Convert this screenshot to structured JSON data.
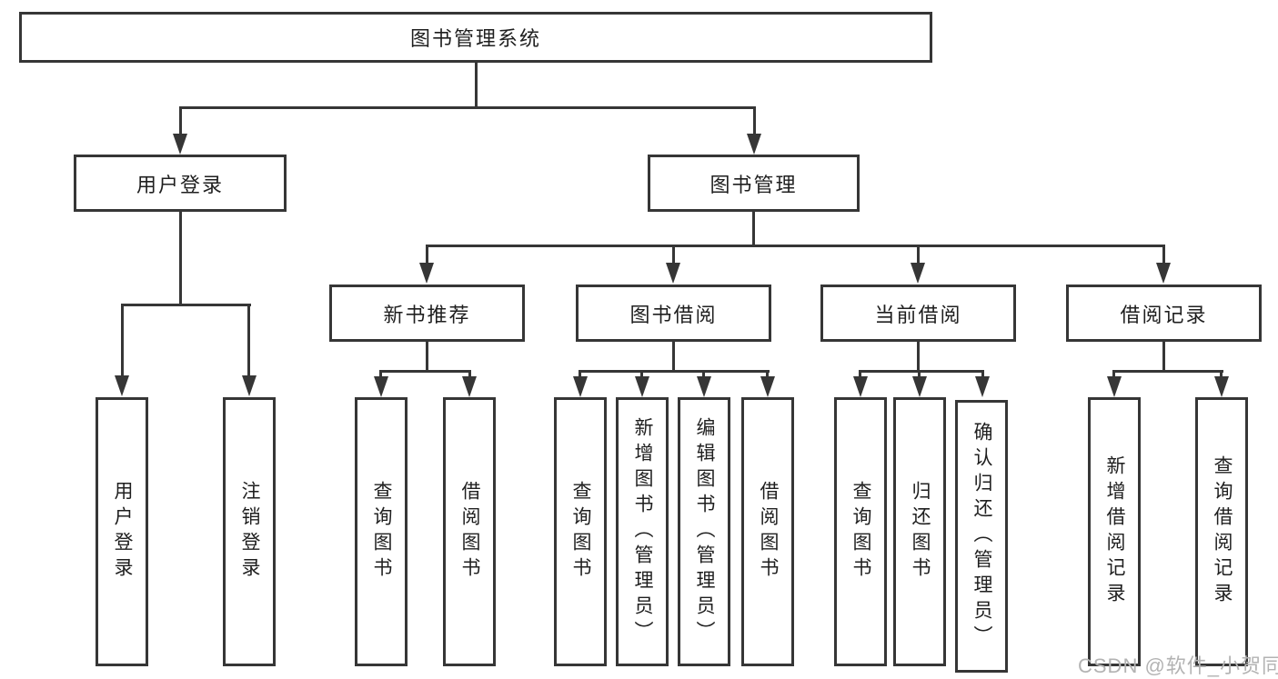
{
  "diagram": {
    "title": "图书管理系统",
    "colors": {
      "line": "#363636",
      "box_fill": "#ffffff",
      "text": "#1f1f1f",
      "watermark": "#b3b3b3"
    },
    "nodes": {
      "root": {
        "label": "图书管理系统"
      },
      "user_login": {
        "label": "用户登录"
      },
      "book_mgmt": {
        "label": "图书管理"
      },
      "new_book_rec": {
        "label": "新书推荐"
      },
      "book_borrow": {
        "label": "图书借阅"
      },
      "current_borrow": {
        "label": "当前借阅"
      },
      "borrow_records": {
        "label": "借阅记录"
      },
      "leaf_user_login": {
        "label": "用户登录"
      },
      "leaf_logout": {
        "label": "注销登录"
      },
      "leaf_nbr_query": {
        "label": "查询图书"
      },
      "leaf_nbr_borrow": {
        "label": "借阅图书"
      },
      "leaf_bb_query": {
        "label": "查询图书"
      },
      "leaf_bb_add": {
        "label": "新增图书（管理员）"
      },
      "leaf_bb_edit": {
        "label": "编辑图书（管理员）"
      },
      "leaf_bb_borrow": {
        "label": "借阅图书"
      },
      "leaf_cb_query": {
        "label": "查询图书"
      },
      "leaf_cb_return": {
        "label": "归还图书"
      },
      "leaf_cb_confirm": {
        "label": "确认归还（管理员）"
      },
      "leaf_br_add": {
        "label": "新增借阅记录"
      },
      "leaf_br_query": {
        "label": "查询借阅记录"
      }
    },
    "hierarchy": {
      "图书管理系统": {
        "用户登录": [
          "用户登录",
          "注销登录"
        ],
        "图书管理": {
          "新书推荐": [
            "查询图书",
            "借阅图书"
          ],
          "图书借阅": [
            "查询图书",
            "新增图书（管理员）",
            "编辑图书（管理员）",
            "借阅图书"
          ],
          "当前借阅": [
            "查询图书",
            "归还图书",
            "确认归还（管理员）"
          ],
          "借阅记录": [
            "新增借阅记录",
            "查询借阅记录"
          ]
        }
      }
    },
    "watermark": "CSDN @软件_小贺同学"
  }
}
